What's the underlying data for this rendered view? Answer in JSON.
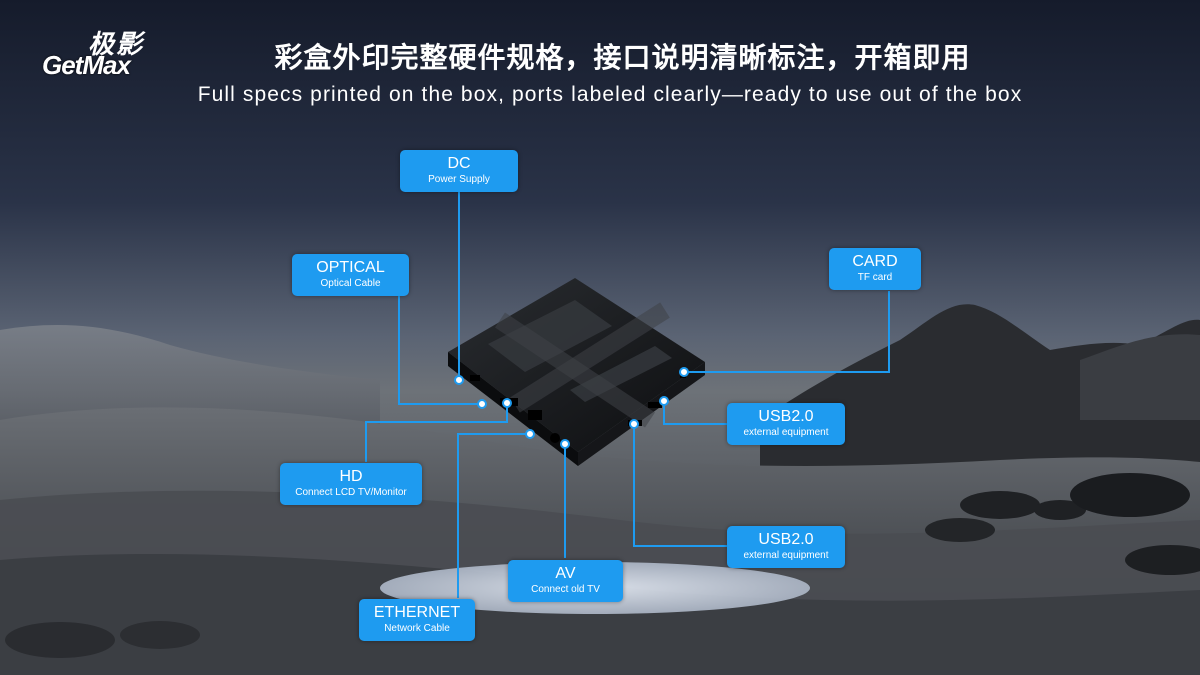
{
  "brand": {
    "logo_cn": "极影",
    "logo_en": "GetMax"
  },
  "heading": {
    "title_cn": "彩盒外印完整硬件规格，接口说明清晰标注，开箱即用",
    "title_en": "Full specs printed on the box, ports labeled clearly—ready to use out of the box"
  },
  "ports": {
    "dc": {
      "title": "DC",
      "sub": "Power Supply"
    },
    "optical": {
      "title": "OPTICAL",
      "sub": "Optical Cable"
    },
    "card": {
      "title": "CARD",
      "sub": "TF card"
    },
    "usb_top": {
      "title": "USB2.0",
      "sub": "external equipment"
    },
    "hd": {
      "title": "HD",
      "sub": "Connect LCD TV/Monitor"
    },
    "usb_bottom": {
      "title": "USB2.0",
      "sub": "external equipment"
    },
    "av": {
      "title": "AV",
      "sub": "Connect old TV"
    },
    "ethernet": {
      "title": "ETHERNET",
      "sub": "Network Cable"
    }
  },
  "colors": {
    "accent": "#1e9bf0",
    "text": "#ffffff"
  }
}
